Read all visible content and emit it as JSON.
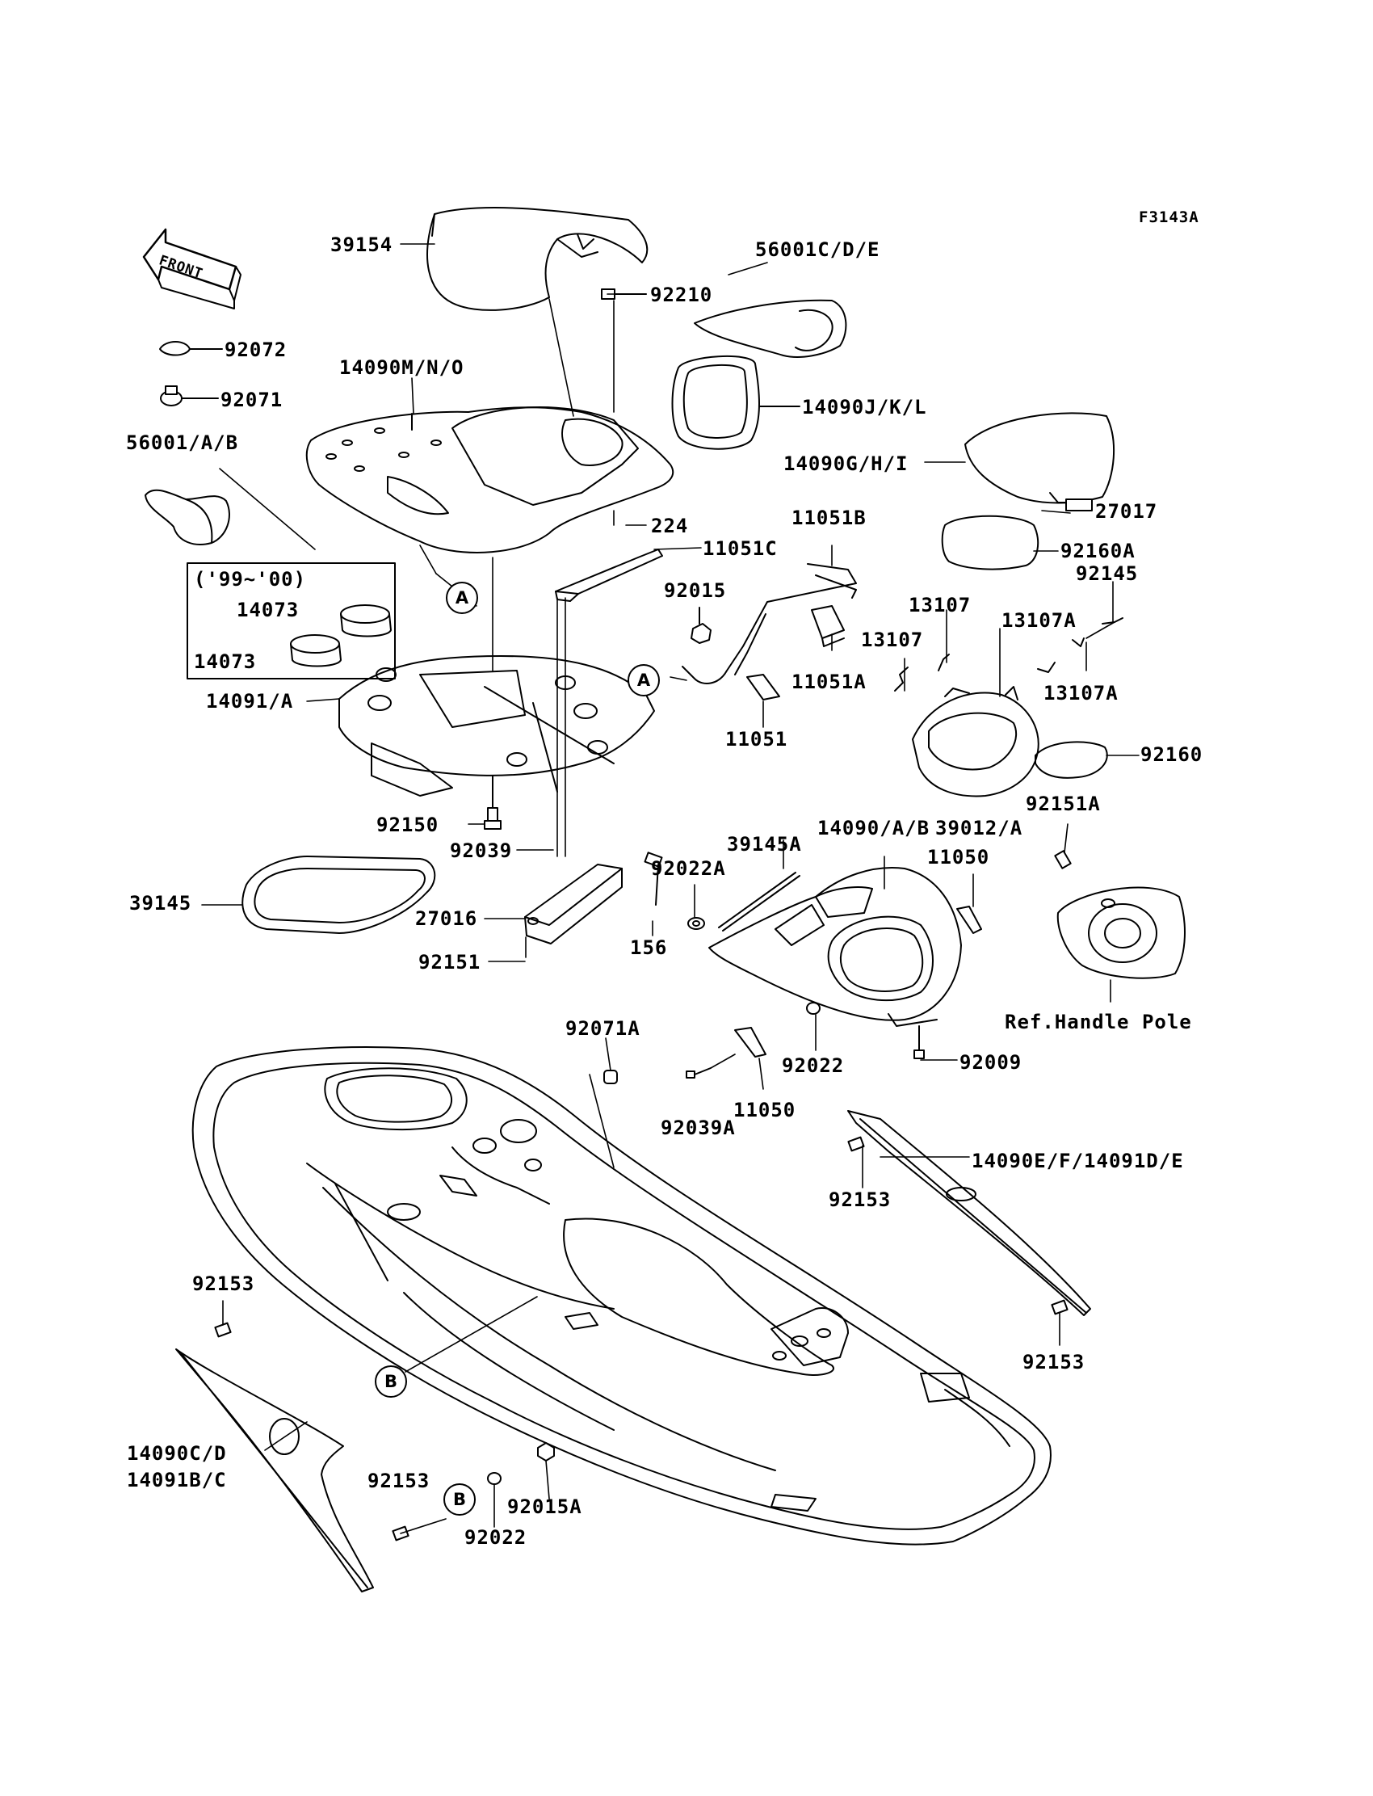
{
  "figure_code": "F3143A",
  "front_label": "FRONT",
  "year_note": "('99~'00)",
  "ref_note": "Ref.Handle Pole",
  "callouts": {
    "a": "A",
    "b": "B"
  },
  "labels": {
    "p39154": "39154",
    "p56001cde": "56001C/D/E",
    "p92210": "92210",
    "p92072": "92072",
    "p92071": "92071",
    "p14090mno": "14090M/N/O",
    "p14090jkl": "14090J/K/L",
    "p56001ab": "56001/A/B",
    "p14090ghi": "14090G/H/I",
    "p224": "224",
    "p27017": "27017",
    "p11051c": "11051C",
    "p11051b": "11051B",
    "p92160a": "92160A",
    "p92145": "92145",
    "p92015": "92015",
    "p14073a": "14073",
    "p14073b": "14073",
    "p13107a": "13107",
    "p13107b": "13107",
    "p13107A1": "13107A",
    "p13107A2": "13107A",
    "p11051a": "11051A",
    "p14091a": "14091/A",
    "p11051": "11051",
    "p92160": "92160",
    "p92151a": "92151A",
    "p92150": "92150",
    "p14090ab": "14090/A/B",
    "p39012a": "39012/A",
    "p92039": "92039",
    "p39145a": "39145A",
    "p92022a": "92022A",
    "p11050a": "11050",
    "p39145": "39145",
    "p27016": "27016",
    "p156": "156",
    "p92151": "92151",
    "p92071a": "92071A",
    "p92009": "92009",
    "p92022b": "92022",
    "p92039a": "92039A",
    "p11050b": "11050",
    "p14090ef": "14090E/F/14091D/E",
    "p92153a": "92153",
    "p92153b": "92153",
    "p92153c": "92153",
    "p92153d": "92153",
    "p14090cd": "14090C/D",
    "p14091bc": "14091B/C",
    "p92022c": "92022",
    "p92015a": "92015A"
  }
}
